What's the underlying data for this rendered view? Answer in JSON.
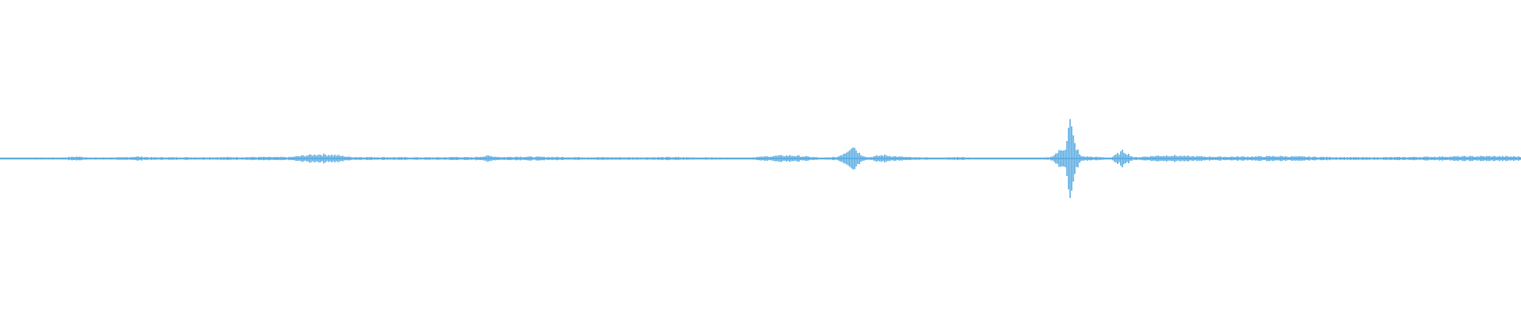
{
  "waveform": {
    "color": "#5DADE2",
    "background": "#ffffff",
    "envelope": [
      [
        0.0,
        0.02
      ],
      [
        0.02,
        0.022
      ],
      [
        0.04,
        0.024
      ],
      [
        0.05,
        0.05
      ],
      [
        0.06,
        0.024
      ],
      [
        0.08,
        0.028
      ],
      [
        0.09,
        0.05
      ],
      [
        0.1,
        0.03
      ],
      [
        0.13,
        0.032
      ],
      [
        0.15,
        0.034
      ],
      [
        0.17,
        0.038
      ],
      [
        0.19,
        0.036
      ],
      [
        0.2,
        0.08
      ],
      [
        0.21,
        0.11
      ],
      [
        0.22,
        0.09
      ],
      [
        0.23,
        0.04
      ],
      [
        0.25,
        0.035
      ],
      [
        0.27,
        0.03
      ],
      [
        0.29,
        0.03
      ],
      [
        0.3,
        0.04
      ],
      [
        0.31,
        0.03
      ],
      [
        0.32,
        0.07
      ],
      [
        0.33,
        0.035
      ],
      [
        0.34,
        0.05
      ],
      [
        0.36,
        0.04
      ],
      [
        0.38,
        0.034
      ],
      [
        0.4,
        0.032
      ],
      [
        0.42,
        0.03
      ],
      [
        0.44,
        0.036
      ],
      [
        0.45,
        0.03
      ],
      [
        0.47,
        0.026
      ],
      [
        0.49,
        0.02
      ],
      [
        0.51,
        0.07
      ],
      [
        0.52,
        0.08
      ],
      [
        0.53,
        0.05
      ],
      [
        0.54,
        0.02
      ],
      [
        0.55,
        0.04
      ],
      [
        0.556,
        0.18
      ],
      [
        0.56,
        0.36
      ],
      [
        0.565,
        0.12
      ],
      [
        0.57,
        0.03
      ],
      [
        0.58,
        0.09
      ],
      [
        0.59,
        0.05
      ],
      [
        0.6,
        0.03
      ],
      [
        0.62,
        0.02
      ],
      [
        0.63,
        0.04
      ],
      [
        0.64,
        0.02
      ],
      [
        0.66,
        0.015
      ],
      [
        0.68,
        0.01
      ],
      [
        0.69,
        0.03
      ],
      [
        0.7,
        0.3
      ],
      [
        0.703,
        0.98
      ],
      [
        0.706,
        0.4
      ],
      [
        0.71,
        0.06
      ],
      [
        0.72,
        0.04
      ],
      [
        0.73,
        0.025
      ],
      [
        0.738,
        0.2
      ],
      [
        0.745,
        0.03
      ],
      [
        0.76,
        0.07
      ],
      [
        0.77,
        0.08
      ],
      [
        0.78,
        0.06
      ],
      [
        0.8,
        0.045
      ],
      [
        0.82,
        0.05
      ],
      [
        0.84,
        0.06
      ],
      [
        0.86,
        0.045
      ],
      [
        0.87,
        0.04
      ],
      [
        0.88,
        0.035
      ],
      [
        0.9,
        0.03
      ],
      [
        0.92,
        0.035
      ],
      [
        0.94,
        0.045
      ],
      [
        0.96,
        0.055
      ],
      [
        0.98,
        0.06
      ],
      [
        1.0,
        0.05
      ]
    ]
  }
}
